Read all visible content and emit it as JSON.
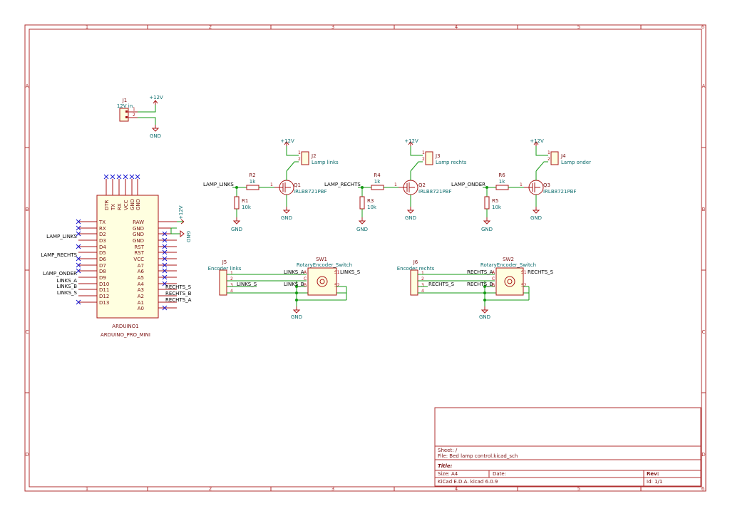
{
  "frame": {
    "columns": [
      "1",
      "2",
      "3",
      "4",
      "5",
      "6"
    ],
    "rows": [
      "A",
      "B",
      "C",
      "D"
    ]
  },
  "power": {
    "vcc": "+12V",
    "gnd": "GND"
  },
  "j1": {
    "ref": "J1",
    "value": "12V in",
    "pins": [
      "1",
      "2"
    ]
  },
  "arduino": {
    "ref": "ARDUINO1",
    "value": "ARDUINO_PRO_MINI",
    "top_pins": [
      "DTR",
      "TX",
      "RX",
      "VCC",
      "GND",
      "GND"
    ],
    "left_pins": [
      "TX",
      "RX",
      "D2",
      "D3",
      "D4",
      "D5",
      "D6",
      "D7",
      "D8",
      "D9",
      "D10",
      "D11",
      "D12",
      "D13"
    ],
    "right_pins": [
      "RAW",
      "GND",
      "GND",
      "GND",
      "RST",
      "RST",
      "VCC",
      "A7",
      "A6",
      "A5",
      "A4",
      "A3",
      "A2",
      "A1",
      "A0"
    ],
    "left_nets": {
      "d3": "LAMP_LINKS",
      "d6": "LAMP_RECHTS",
      "d9": "LAMP_ONDER",
      "d10": "LINKS_A",
      "d11": "LINKS_B",
      "d12": "LINKS_S"
    },
    "right_nets": {
      "a3": "RECHTS_S",
      "a2": "RECHTS_B",
      "a1": "RECHTS_A"
    }
  },
  "drivers": [
    {
      "net": "LAMP_LINKS",
      "r_ref": "R2",
      "r_val": "1k",
      "rpd_ref": "R1",
      "rpd_val": "10k",
      "q_ref": "Q1",
      "q_val": "IRLB8721PBF",
      "j_ref": "J2",
      "j_val": "Lamp links"
    },
    {
      "net": "LAMP_RECHTS",
      "r_ref": "R4",
      "r_val": "1k",
      "rpd_ref": "R3",
      "rpd_val": "10k",
      "q_ref": "Q2",
      "q_val": "IRLB8721PBF",
      "j_ref": "J3",
      "j_val": "Lamp rechts"
    },
    {
      "net": "LAMP_ONDER",
      "r_ref": "R6",
      "r_val": "1k",
      "rpd_ref": "R5",
      "rpd_val": "10k",
      "q_ref": "Q3",
      "q_val": "IRLB8721PBF",
      "j_ref": "J4",
      "j_val": "Lamp onder"
    }
  ],
  "pin_nums": {
    "p1": "1",
    "p2": "2",
    "p3": "3",
    "p4": "4"
  },
  "enc_left": {
    "j_ref": "J5",
    "j_val": "Encoder links",
    "sw_ref": "SW1",
    "sw_val": "RotaryEncoder_Switch",
    "net_a": "LINKS_A",
    "net_b": "LINKS_B",
    "net_s": "LINKS_S",
    "sw_pins": {
      "a": "A",
      "b": "B",
      "c": "C",
      "s1": "S1",
      "s2": "S2"
    }
  },
  "enc_right": {
    "j_ref": "J6",
    "j_val": "Encoder rechts",
    "sw_ref": "SW2",
    "sw_val": "RotaryEncoder_Switch",
    "net_a": "RECHTS_A",
    "net_b": "RECHTS_B",
    "net_s": "RECHTS_S",
    "sw_pins": {
      "a": "A",
      "b": "B",
      "c": "C",
      "s1": "S1",
      "s2": "S2"
    }
  },
  "title_block": {
    "sheet": "Sheet: /",
    "file": "File: Bed lamp control.kicad_sch",
    "title": "Title:",
    "size": "Size: A4",
    "date": "Date:",
    "rev": "Rev:",
    "kicad": "KiCad E.D.A.  kicad 6.0.9",
    "id": "Id: 1/1"
  }
}
